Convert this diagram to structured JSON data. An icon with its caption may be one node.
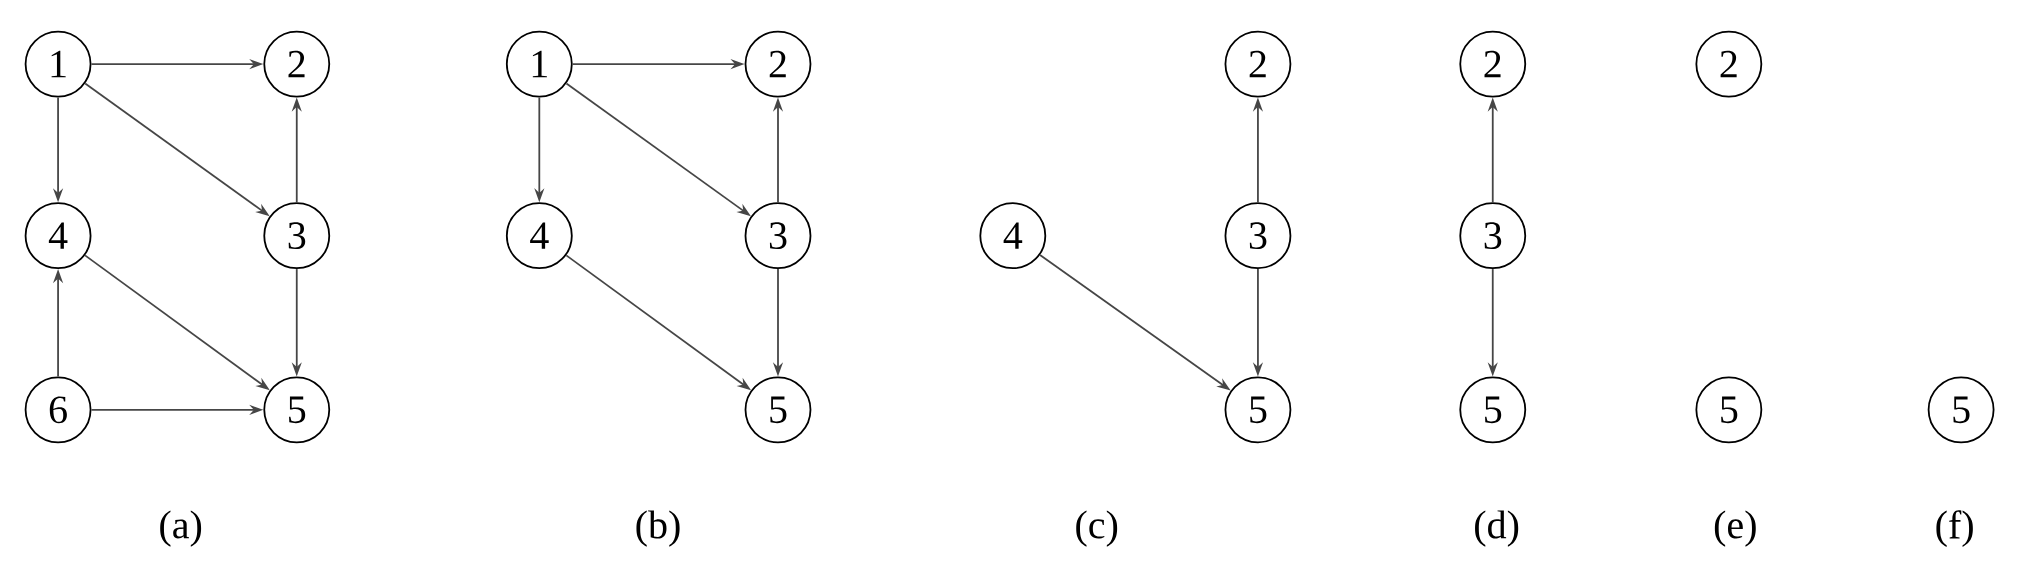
{
  "diagram": {
    "nodes": [
      {
        "text": [
          "1"
        ]
      },
      {
        "text": [
          "2"
        ]
      },
      {
        "text": [
          "4"
        ]
      },
      {
        "text": [
          "3"
        ]
      },
      {
        "text": [
          "6"
        ]
      },
      {
        "text": [
          "5"
        ]
      },
      {
        "text": [
          "1"
        ]
      },
      {
        "text": [
          "2"
        ]
      },
      {
        "text": [
          "4"
        ]
      },
      {
        "text": [
          "3"
        ]
      },
      {
        "text": [
          "5"
        ]
      },
      {
        "text": [
          "2"
        ]
      },
      {
        "text": [
          "4"
        ]
      },
      {
        "text": [
          "3"
        ]
      },
      {
        "text": [
          "5"
        ]
      },
      {
        "text": [
          "2"
        ]
      },
      {
        "text": [
          "3"
        ]
      },
      {
        "text": [
          "5"
        ]
      },
      {
        "text": [
          "2"
        ]
      },
      {
        "text": [
          "5"
        ]
      },
      {
        "text": [
          "5"
        ]
      }
    ],
    "edges": [
      {
        "from": 0,
        "to": 1,
        "arrow": "to"
      },
      {
        "from": 0,
        "to": 3,
        "arrow": "to"
      },
      {
        "from": 0,
        "to": 2,
        "arrow": "to"
      },
      {
        "from": 3,
        "to": 1,
        "arrow": "to"
      },
      {
        "from": 3,
        "to": 5,
        "arrow": "to"
      },
      {
        "from": 2,
        "to": 5,
        "arrow": "to"
      },
      {
        "from": 4,
        "to": 2,
        "arrow": "to"
      },
      {
        "from": 4,
        "to": 5,
        "arrow": "to"
      },
      {
        "from": 6,
        "to": 7,
        "arrow": "to"
      },
      {
        "from": 6,
        "to": 9,
        "arrow": "to"
      },
      {
        "from": 6,
        "to": 8,
        "arrow": "to"
      },
      {
        "from": 9,
        "to": 7,
        "arrow": "to"
      },
      {
        "from": 9,
        "to": 10,
        "arrow": "to"
      },
      {
        "from": 8,
        "to": 10,
        "arrow": "to"
      },
      {
        "from": 13,
        "to": 11,
        "arrow": "to"
      },
      {
        "from": 13,
        "to": 14,
        "arrow": "to"
      },
      {
        "from": 12,
        "to": 14,
        "arrow": "to"
      },
      {
        "from": 16,
        "to": 15,
        "arrow": "to"
      },
      {
        "from": 16,
        "to": 17,
        "arrow": "to"
      }
    ],
    "labels": [
      "(a)",
      "(b)",
      "(c)",
      "(d)",
      "(e)",
      "(f)"
    ]
  }
}
